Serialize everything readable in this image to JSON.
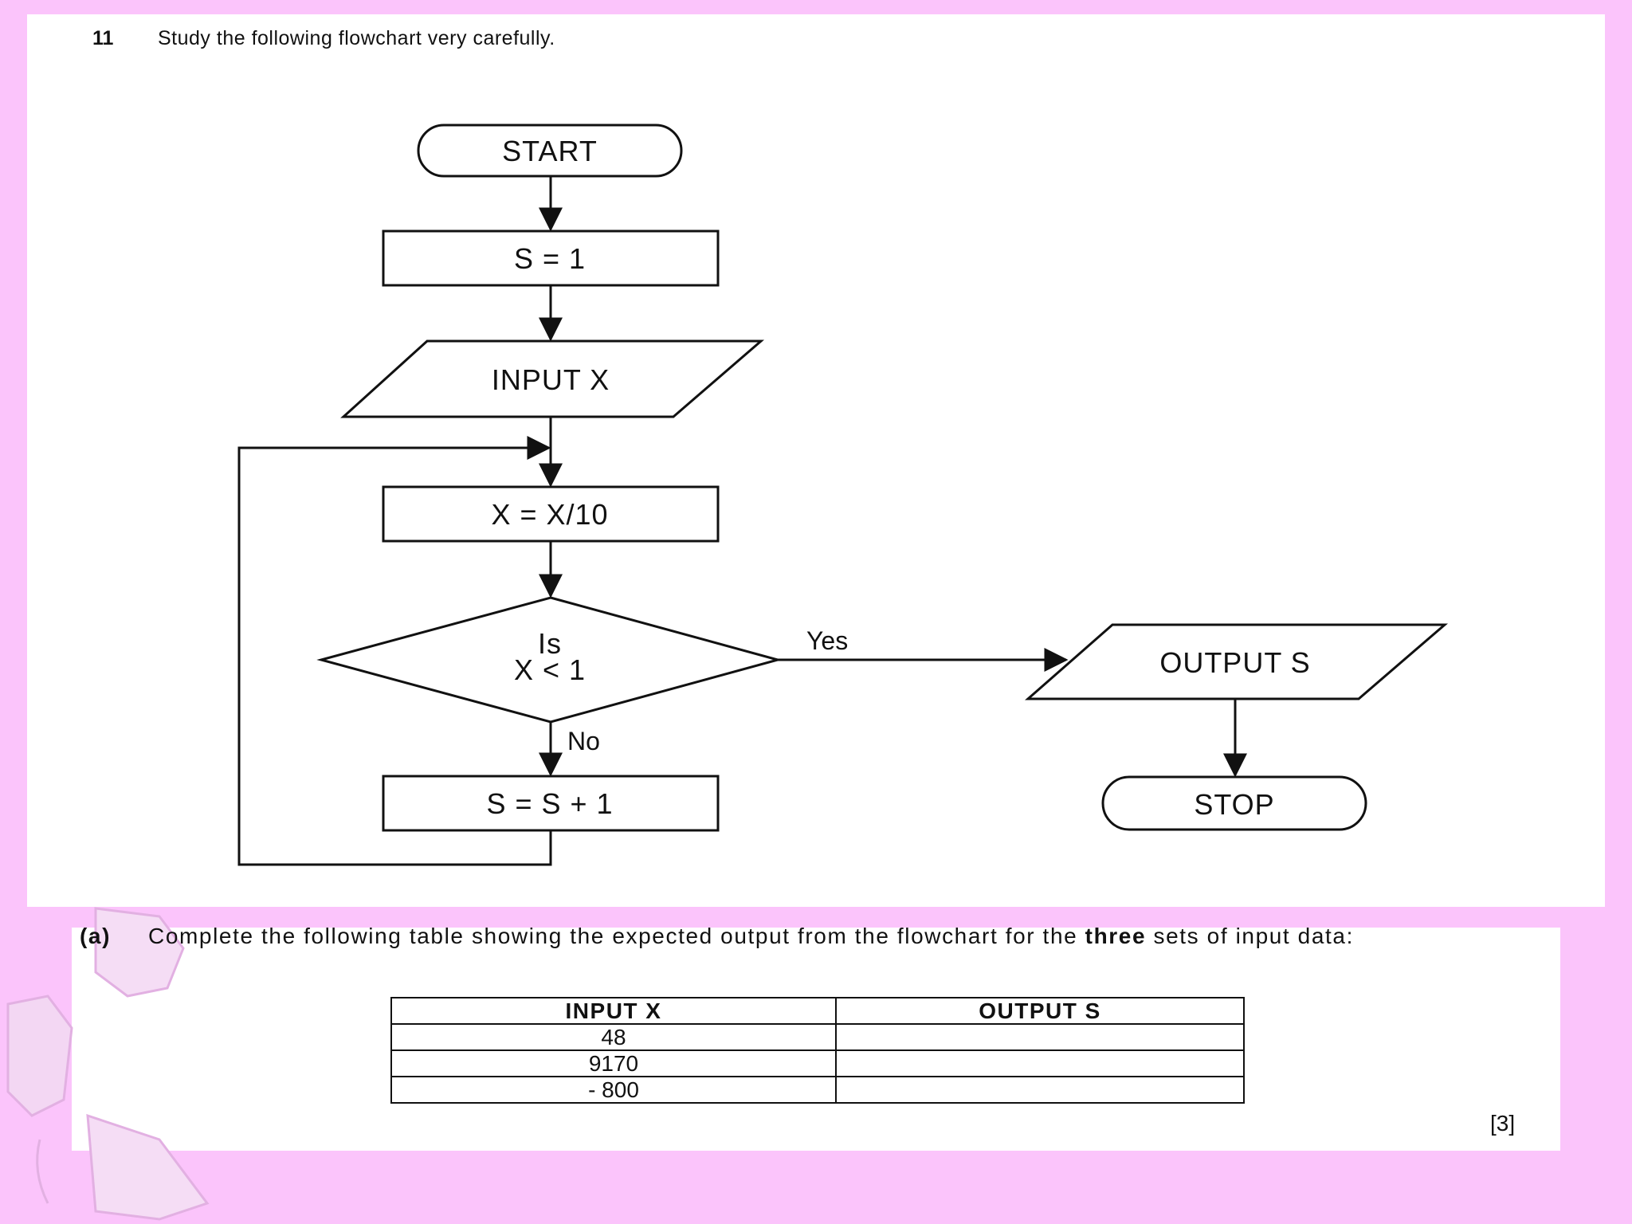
{
  "question": {
    "number": "11",
    "instruction": "Study the following flowchart very carefully."
  },
  "flowchart": {
    "start": "START",
    "init": "S = 1",
    "input": "INPUT X",
    "divide": "X = X/10",
    "decision_line1": "Is",
    "decision_line2": "X < 1",
    "yes_label": "Yes",
    "no_label": "No",
    "increment": "S = S + 1",
    "output": "OUTPUT S",
    "stop": "STOP"
  },
  "part_a": {
    "label": "(a)",
    "text_before": "Complete the following table showing the expected output from the flowchart for the ",
    "bold_word": "three",
    "text_after": " sets of input data:",
    "table": {
      "headers": [
        "INPUT X",
        "OUTPUT S"
      ],
      "rows": [
        [
          "48",
          ""
        ],
        [
          "9170",
          ""
        ],
        [
          "- 800",
          ""
        ]
      ]
    },
    "marks": "[3]"
  },
  "colors": {
    "background": "#fbc4fb",
    "panel": "#ffffff",
    "ink": "#111111"
  }
}
